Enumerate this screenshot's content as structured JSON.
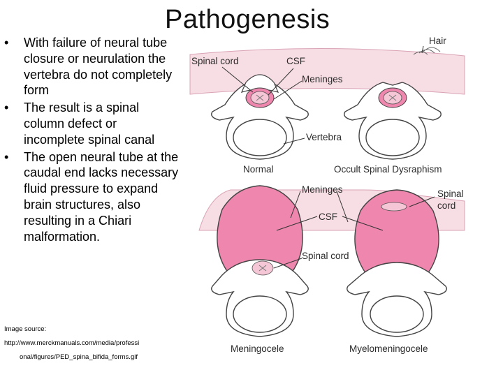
{
  "slide": {
    "title": "Pathogenesis",
    "bullets": [
      "With failure of neural tube closure or neurulation the vertebra do not completely form",
      "The result is a spinal column defect or incomplete spinal canal",
      "The open neural tube at the caudal end lacks necessary fluid pressure to expand brain structures, also resulting in a Chiari malformation."
    ],
    "bullet_glyph": "•",
    "source_label": "Image source:",
    "source_url_1": "http://www.merckmanuals.com/media/professi",
    "source_url_2": "onal/figures/PED_spina_bifida_forms.gif"
  },
  "figure": {
    "labels": {
      "hair": "Hair",
      "spinal_cord_top": "Spinal cord",
      "csf_top": "CSF",
      "meninges_top": "Meninges",
      "vertebra": "Vertebra",
      "normal": "Normal",
      "occult": "Occult Spinal Dysraphism",
      "meninges_mid": "Meninges",
      "spinal_cord_right_1": "Spinal",
      "spinal_cord_right_2": "cord",
      "csf_mid": "CSF",
      "spinal_cord_bottom": "Spinal cord",
      "meningocele": "Meningocele",
      "myelomeningocele": "Myelomeningocele"
    },
    "colors": {
      "skin": "#f7dde4",
      "sac": "#ee86ad",
      "bone_outline": "#444444",
      "cord": "#cc7a9a"
    }
  }
}
